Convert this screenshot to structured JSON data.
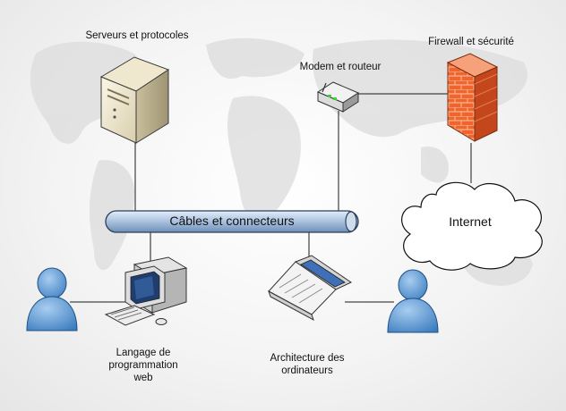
{
  "labels": {
    "servers": "Serveurs et protocoles",
    "modem": "Modem et routeur",
    "firewall": "Firewall et sécurité",
    "bus": "Câbles et connecteurs",
    "internet": "Internet",
    "workstation": "Langage de\nprogrammation\nweb",
    "laptop": "Architecture des\nordinateurs"
  },
  "colors": {
    "bus_fill": "#bcd0e8",
    "bus_stroke": "#2b3f5c",
    "firewall": "#f0652e",
    "user": "#4f8fcf",
    "map": "#d9d9d9"
  },
  "icons": [
    "server-icon",
    "modem-icon",
    "firewall-icon",
    "cloud-icon",
    "workstation-icon",
    "laptop-icon",
    "user-icon"
  ]
}
